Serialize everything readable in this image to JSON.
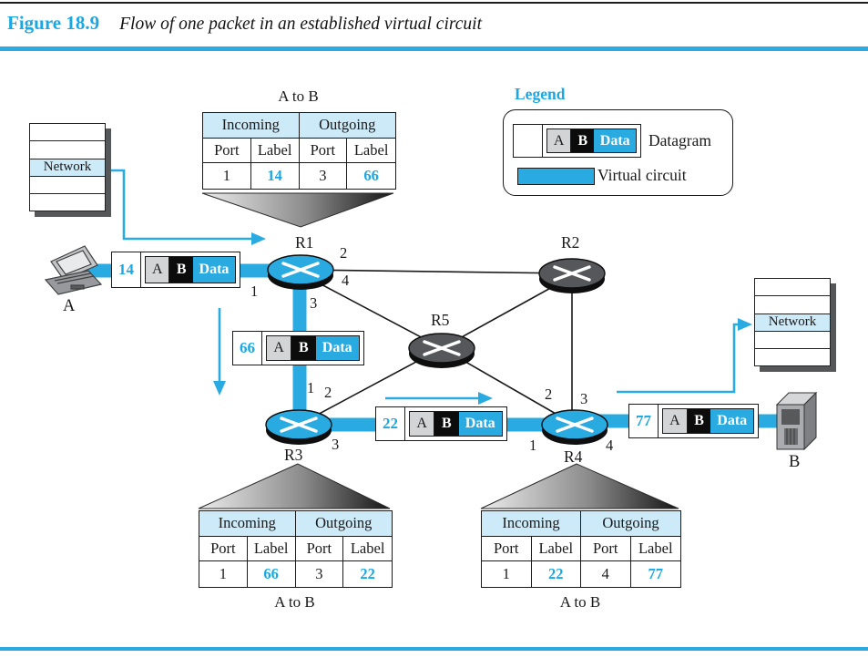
{
  "figure": {
    "label": "Figure 18.9",
    "caption": "Flow of one packet in an established virtual circuit"
  },
  "legend": {
    "title": "Legend",
    "datagram_label": "Datagram",
    "virtual_circuit_label": "Virtual circuit"
  },
  "datagram": {
    "a": "A",
    "b": "B",
    "data": "Data"
  },
  "packets": {
    "p14": "14",
    "p66": "66",
    "p22": "22",
    "p77": "77"
  },
  "hosts": {
    "a": "A",
    "b": "B"
  },
  "network_stacks": {
    "left": "Network",
    "right": "Network"
  },
  "routers": {
    "r1": "R1",
    "r2": "R2",
    "r3": "R3",
    "r4": "R4",
    "r5": "R5"
  },
  "ports": {
    "r1_p1": "1",
    "r1_p2": "2",
    "r1_p3": "3",
    "r1_p4": "4",
    "r3_p1": "1",
    "r3_p2": "2",
    "r3_p3": "3",
    "r4_p1": "1",
    "r4_p2": "2",
    "r4_p3": "3",
    "r4_p4": "4"
  },
  "tables": {
    "r1": {
      "title": "A to B",
      "incoming": "Incoming",
      "outgoing": "Outgoing",
      "cols": [
        "Port",
        "Label",
        "Port",
        "Label"
      ],
      "values": [
        "1",
        "14",
        "3",
        "66"
      ]
    },
    "r3": {
      "title": "A to B",
      "incoming": "Incoming",
      "outgoing": "Outgoing",
      "cols": [
        "Port",
        "Label",
        "Port",
        "Label"
      ],
      "values": [
        "1",
        "66",
        "3",
        "22"
      ]
    },
    "r4": {
      "title": "A to B",
      "incoming": "Incoming",
      "outgoing": "Outgoing",
      "cols": [
        "Port",
        "Label",
        "Port",
        "Label"
      ],
      "values": [
        "1",
        "22",
        "4",
        "77"
      ]
    }
  },
  "colors": {
    "accent": "#29ABE2",
    "label_cyan": "#1BA8E2",
    "table_header_fill": "#CDEAF9",
    "router_dark": "#56575A",
    "datagram_a_fill": "#D2D4D6"
  }
}
